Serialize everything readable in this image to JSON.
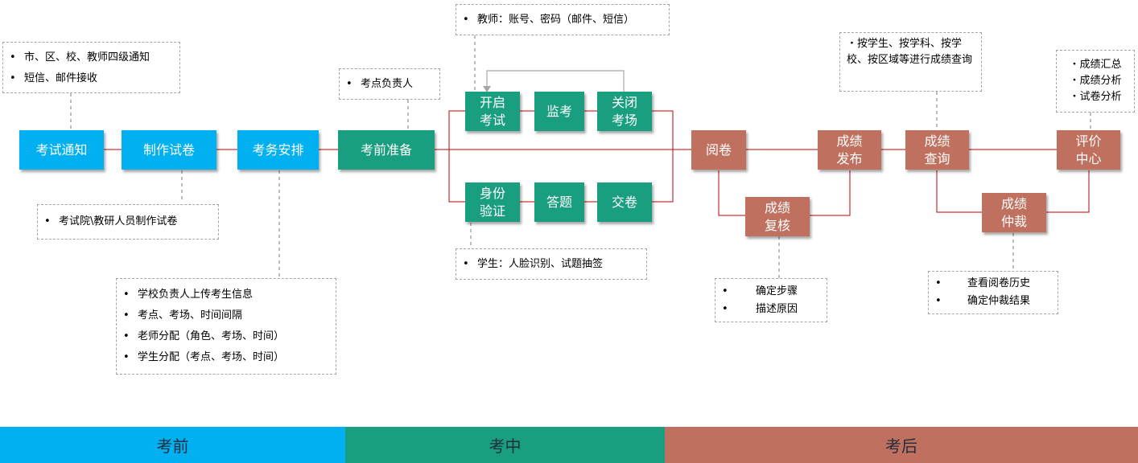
{
  "stages": {
    "exam_notice": "考试通知",
    "make_paper": "制作试卷",
    "exam_arrange": "考务安排",
    "pre_exam_prep": "考前准备",
    "open_exam": "开启\n考试",
    "proctor": "监考",
    "close_room": "关闭\n考场",
    "id_verify": "身份\n验证",
    "answer": "答题",
    "submit": "交卷",
    "grading": "阅卷",
    "score_review": "成绩\n复核",
    "score_release": "成绩\n发布",
    "score_query": "成绩\n查询",
    "score_arbitration": "成绩\n仲裁",
    "eval_center": "评价\n中心"
  },
  "notes": {
    "notice": [
      "市、区、校、教师四级通知",
      "短信、邮件接收"
    ],
    "paper": [
      "考试院\\教研人员制作试卷"
    ],
    "arrange": [
      "学校负责人上传考生信息",
      "考点、考场、时间间隔",
      "老师分配（角色、考场、时间）",
      "学生分配（考点、考场、时间）"
    ],
    "prep": [
      "考点负责人"
    ],
    "teacher": [
      "教师：账号、密码（邮件、短信）"
    ],
    "student": [
      "学生：人脸识别、试题抽签"
    ],
    "query": "・按学生、按学科、按学校、按区域等进行成绩查询",
    "review": [
      "确定步骤",
      "描述原因"
    ],
    "arbitration": [
      "查看阅卷历史",
      "确定仲裁结果"
    ],
    "eval": [
      "・成绩汇总",
      "・成绩分析",
      "・试卷分析"
    ]
  },
  "phases": {
    "before": "考前",
    "during": "考中",
    "after": "考后"
  },
  "colors": {
    "before": "#00b0f0",
    "during": "#1a9e80",
    "after": "#c0705f",
    "line": "#c00000",
    "dashed": "#a6a6a6"
  }
}
